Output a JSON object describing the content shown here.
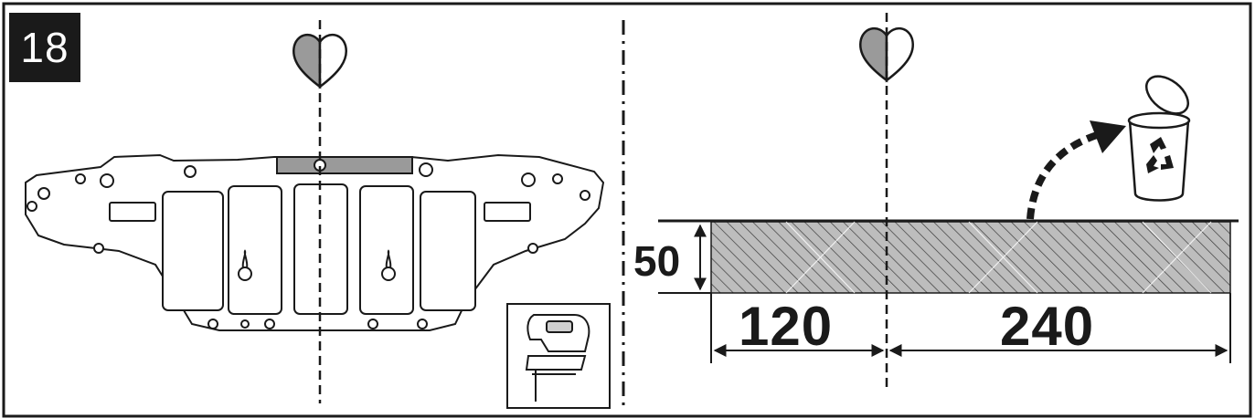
{
  "step": {
    "number": "18"
  },
  "dimensions": {
    "height": "50",
    "left_width": "120",
    "right_width": "240"
  },
  "icons": [
    "heart-half-icon",
    "jigsaw-icon",
    "recycle-bin-icon",
    "curved-arrow-icon"
  ],
  "colors": {
    "ink": "#1a1a1a",
    "heart_fill": "#9a9a9a",
    "cut_strip": "#9a9a9a",
    "background": "#ffffff"
  }
}
